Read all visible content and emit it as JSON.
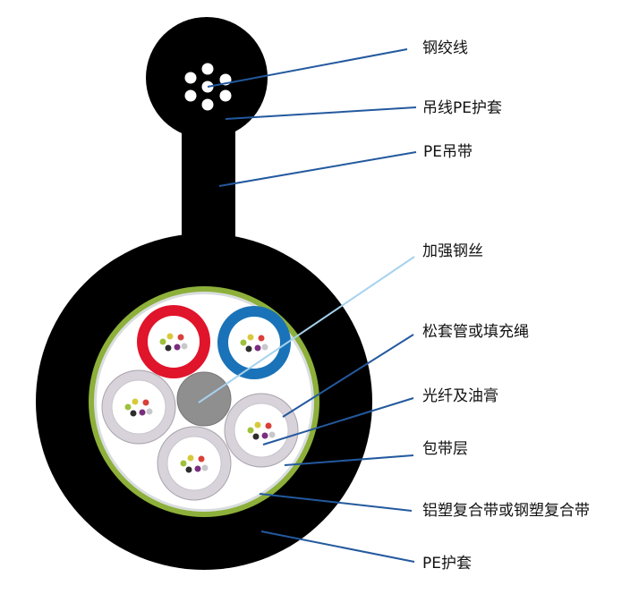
{
  "labels": {
    "steel_strand": "钢绞线",
    "messenger_pe_sheath": "吊线PE护套",
    "pe_web": "PE吊带",
    "strength_member": "加强钢丝",
    "loose_tube_filler": "松套管或填充绳",
    "fiber_and_gel": "光纤及油膏",
    "wrapping_tape": "包带层",
    "armor_tape": "铝塑复合带或钢塑复合带",
    "outer_pe_sheath": "PE护套"
  },
  "colors": {
    "sheath": "#000000",
    "armor": "#8db03a",
    "core": "#ffffff",
    "tube_red": "#e0142b",
    "tube_blue": "#1a73b8",
    "tube_natural": "#e8e4ea",
    "strength": "#8f8f8f",
    "leader": "#23599e",
    "leader_light": "#a6d2ee"
  }
}
